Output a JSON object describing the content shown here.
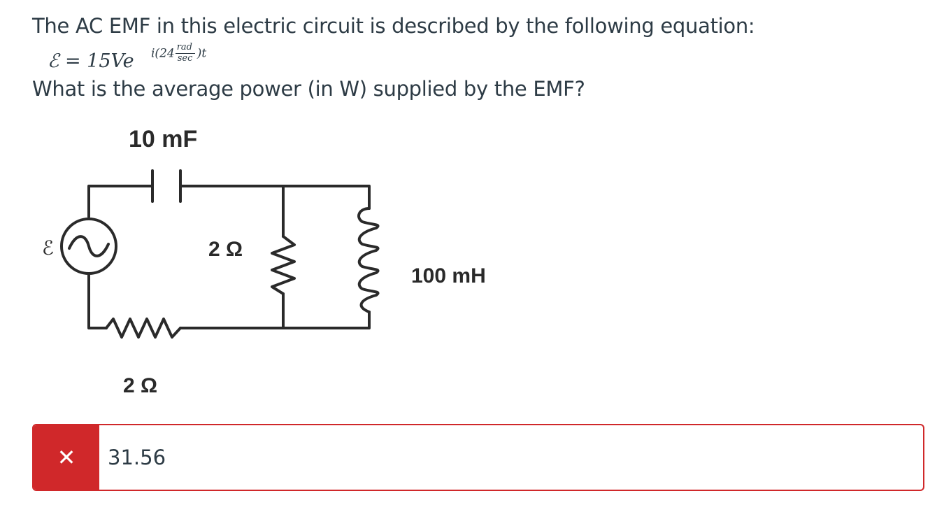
{
  "question": {
    "intro": "The AC EMF in this electric circuit is described by the following equation:",
    "equation": {
      "lhs": "ℰ",
      "equals": "=",
      "amplitude": "15V",
      "base": "e",
      "exp_prefix": "i(24",
      "unit_num": "rad",
      "unit_den": "sec",
      "exp_suffix": ")t"
    },
    "prompt": "What is the average power (in W) supplied by the EMF?"
  },
  "circuit": {
    "capacitor_label": "10 mF",
    "emf_label": "ℰ",
    "shunt_resistor_label": "2 Ω",
    "inductor_label": "100 mH",
    "series_resistor_label": "2 Ω"
  },
  "answer": {
    "status_icon": "close-icon",
    "status": "incorrect",
    "status_symbol": "✕",
    "value": "31.56",
    "status_color": "#d0282a"
  }
}
